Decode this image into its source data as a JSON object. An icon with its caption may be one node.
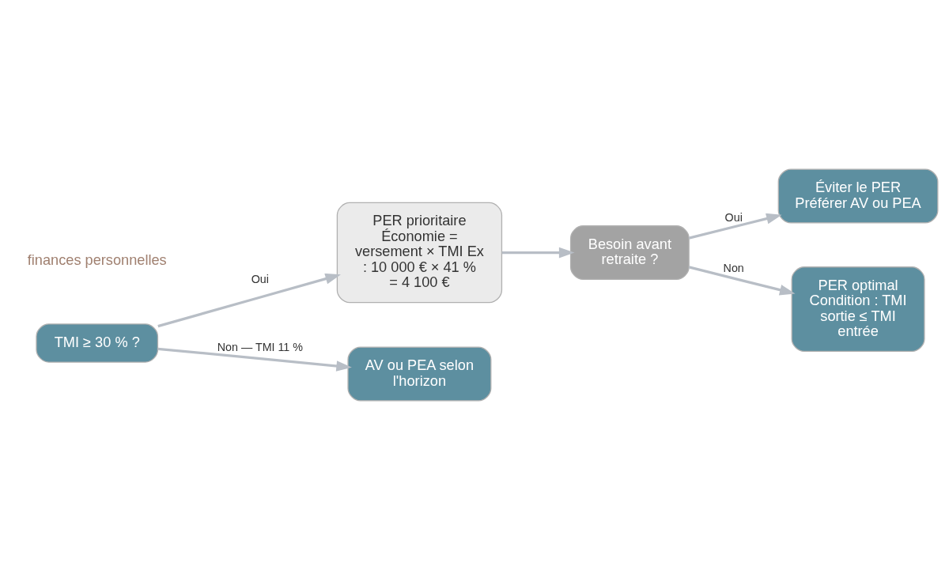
{
  "diagram": {
    "nodes": [
      {
        "text": [
          "TMI ≥ 30 % ?"
        ]
      },
      {
        "text": [
          "PER prioritaire Économie = versement × TMI Ex : 10 000 € × 41 % = 4 100 €"
        ]
      },
      {
        "text": [
          "AV ou PEA selon l'horizon"
        ]
      },
      {
        "text": [
          "Besoin avant retraite ?"
        ]
      },
      {
        "text": [
          "Éviter le PER Préférer AV ou PEA"
        ]
      },
      {
        "text": [
          "PER optimal Condition : TMI sortie ≤ TMI entrée"
        ]
      }
    ],
    "edges": [
      {
        "from": 0,
        "to": 1,
        "arrow": "to",
        "label": "Oui"
      },
      {
        "from": 0,
        "to": 2,
        "arrow": "to",
        "label": "Non — TMI 11 %"
      },
      {
        "from": 1,
        "to": 3,
        "arrow": "to"
      },
      {
        "from": 3,
        "to": 4,
        "arrow": "to",
        "label": "Oui"
      },
      {
        "from": 3,
        "to": 5,
        "arrow": "to",
        "label": "Non"
      }
    ],
    "labels": [
      "finances personnelles"
    ]
  }
}
